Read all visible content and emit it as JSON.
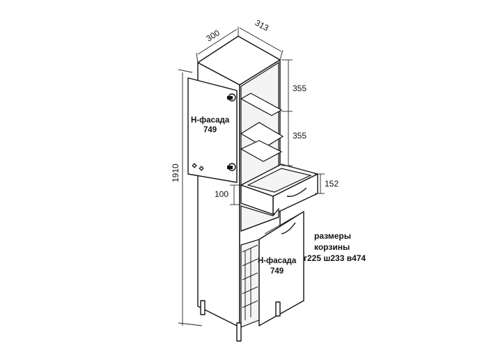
{
  "dimensions": {
    "width": "300",
    "depth": "313",
    "height": "1910",
    "shelf_upper": "355",
    "shelf_lower": "355",
    "drawer_height": "152",
    "drawer_offset": "100"
  },
  "facade_upper": {
    "label": "Н-фасада",
    "value": "749"
  },
  "facade_lower": {
    "label": "Н-фасада",
    "value": "749"
  },
  "basket_note": {
    "line1": "размеры",
    "line2": "корзины",
    "line3": "г225 ш233 в474"
  },
  "colors": {
    "line": "#111111",
    "background": "#ffffff",
    "interior": "#f4f4f4"
  }
}
